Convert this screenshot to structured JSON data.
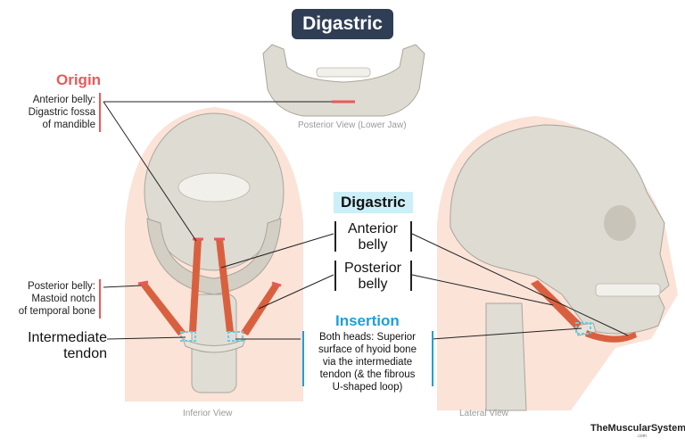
{
  "title": "Digastric",
  "origin": {
    "heading": "Origin",
    "anterior_belly": [
      "Anterior belly:",
      "Digastric fossa",
      "of mandible"
    ],
    "posterior_belly": [
      "Posterior belly:",
      "Mastoid notch",
      "of temporal bone"
    ]
  },
  "labels": {
    "intermediate_tendon": [
      "Intermediate",
      "tendon"
    ],
    "digastric_heading": "Digastric",
    "anterior_belly": [
      "Anterior",
      "belly"
    ],
    "posterior_belly": [
      "Posterior",
      "belly"
    ]
  },
  "insertion": {
    "heading": "Insertion",
    "text": [
      "Both heads: Superior",
      "surface of hyoid bone",
      "via the intermediate",
      "tendon (& the fibrous",
      "U-shaped loop)"
    ]
  },
  "captions": {
    "posterior_view": "Posterior View (Lower Jaw)",
    "inferior_view": "Inferior View",
    "lateral_view": "Lateral View"
  },
  "brand": {
    "name": "TheMuscularSystem",
    "suffix": ".com"
  },
  "colors": {
    "title_bg": "#2f3e55",
    "origin": "#e85a5a",
    "insertion": "#1f9fd8",
    "muscle": "#d9603f",
    "bone": "#dedbd2",
    "skin": "#fbe3d8"
  }
}
